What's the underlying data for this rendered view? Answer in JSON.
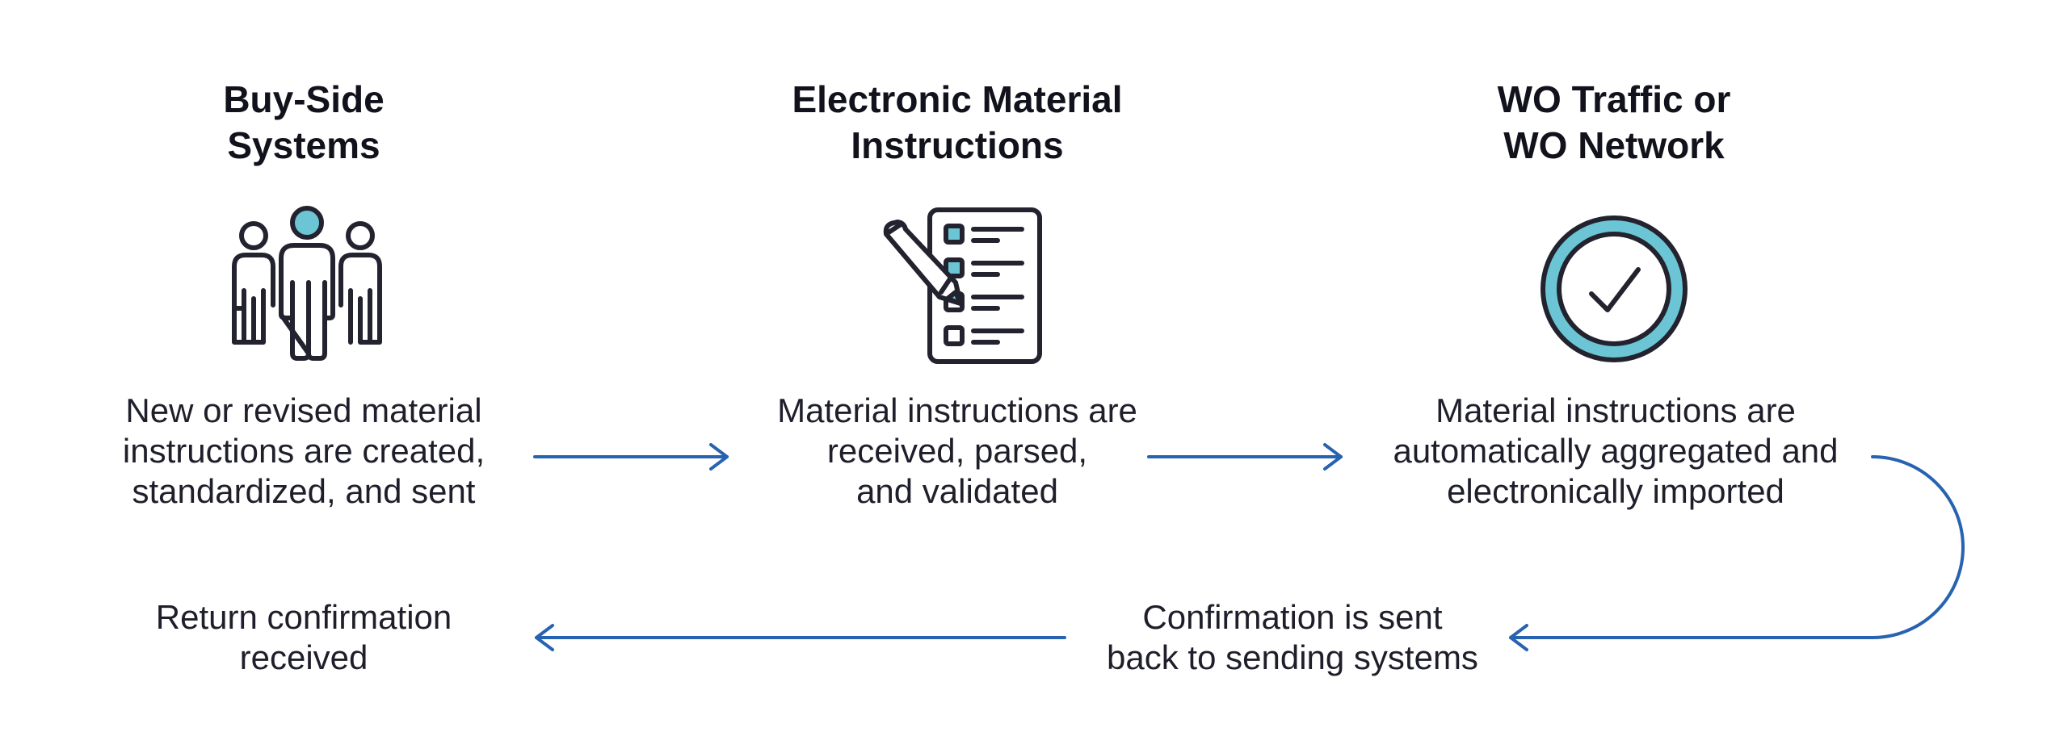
{
  "columns": [
    {
      "title": "Buy-Side\nSystems",
      "icon": "people-group-icon",
      "step": "New or revised material\ninstructions are created,\nstandardized, and sent"
    },
    {
      "title": "Electronic Material\nInstructions",
      "icon": "checklist-pencil-icon",
      "step": "Material instructions are\nreceived, parsed,\nand validated"
    },
    {
      "title": "WO Traffic or\nWO Network",
      "icon": "check-circle-icon",
      "step": "Material instructions are\nautomatically aggregated and\nelectronically imported"
    }
  ],
  "return_flow": {
    "confirmation_sent": "Confirmation is sent\nback to sending systems",
    "confirmation_received": "Return confirmation\nreceived"
  },
  "colors": {
    "accent": "#6cc5d4",
    "outline": "#23232f",
    "arrow": "#2763b0",
    "text": "#1f1f2b"
  }
}
